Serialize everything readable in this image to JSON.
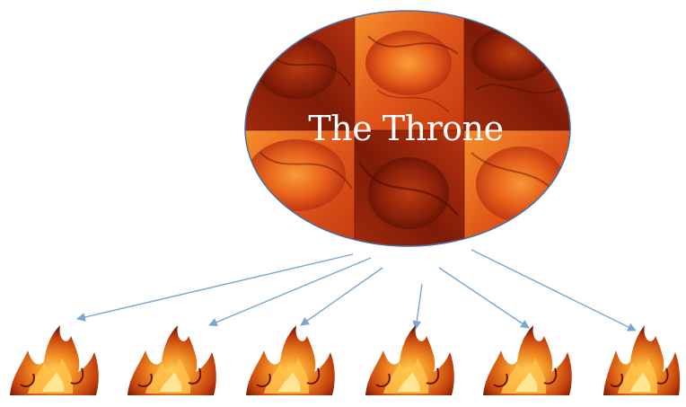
{
  "throne": {
    "title": "The Throne",
    "colors": {
      "outline": "#4a6fa0",
      "texture_dark": "#7a1a08",
      "texture_mid": "#c1380f",
      "texture_bright": "#f27d1e",
      "title": "#ffffff"
    }
  },
  "flames": {
    "count": 6,
    "icon": "flame-icon",
    "colors": {
      "outer": "#8a1d05",
      "mid": "#e35a12",
      "inner": "#ffb23a"
    }
  },
  "arrows": {
    "count": 6,
    "color": "#7aa6d2"
  }
}
